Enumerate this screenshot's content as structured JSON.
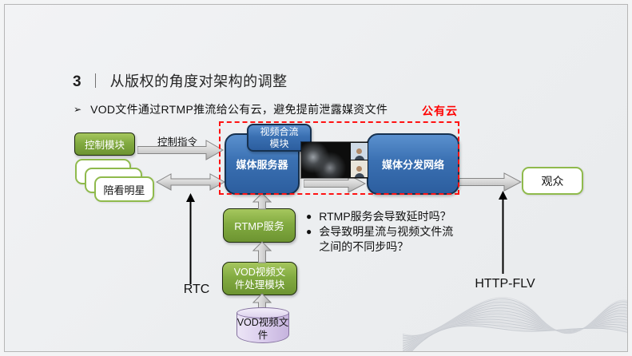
{
  "slide": {
    "title": {
      "number": "3",
      "separator": "｜",
      "text": "从版权的角度对架构的调整"
    },
    "bullet": {
      "marker": "➢",
      "text": "VOD文件通过RTMP推流给公有云，避免提前泄露媒资文件"
    },
    "cloud_zone_label": "公有云"
  },
  "diagram": {
    "control_module_label": "控制模块",
    "control_signal_label": "控制指令",
    "companion_star_label": "陪看明星",
    "media_server_label": "媒体服务器",
    "video_merge_module_label": "视频合流模块",
    "media_cdn_label": "媒体分发网络",
    "audience_label": "观众",
    "rtmp_service_label": "RTMP服务",
    "vod_processing_module_label": "VOD视频文件处理模块",
    "vod_file_store_label": "VOD视频文件",
    "rtc_label": "RTC",
    "http_flv_label": "HTTP-FLV",
    "question_bullet": "●",
    "questions": [
      "RTMP服务会导致延时吗？",
      "会导致明星流与视频文件流之间的不同步吗？"
    ]
  },
  "colors": {
    "accent_red": "#ff0000",
    "node_green": "#82ab41",
    "node_blue": "#3a70b2",
    "node_purple": "#d9cbec",
    "arrow_gray": "#c6c6c6"
  }
}
